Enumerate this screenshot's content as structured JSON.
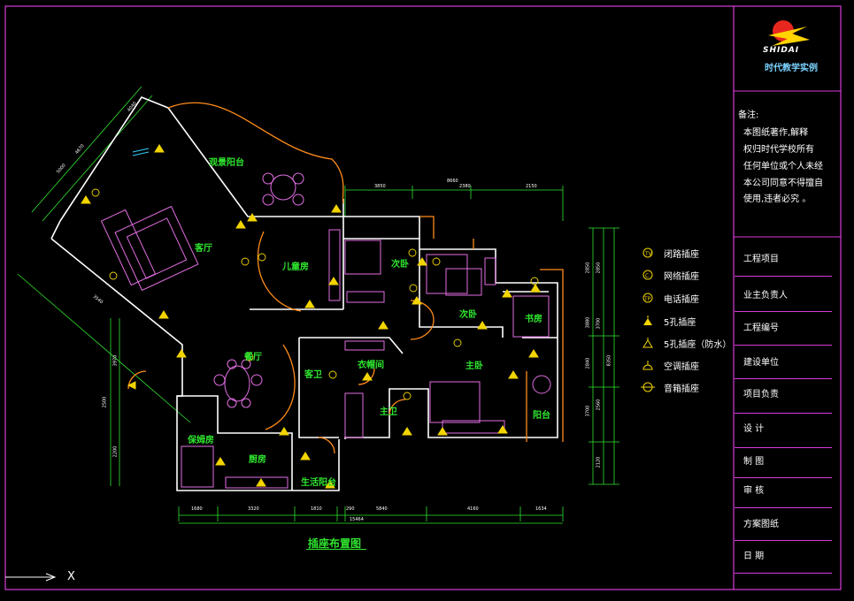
{
  "brand": {
    "name": "SHIDAI",
    "subtitle": "时代教学实例"
  },
  "notes": {
    "heading": "备注:",
    "lines": [
      "本图纸著作,解释",
      "权归时代学校所有",
      "任何单位或个人未经",
      "本公司同意不得擅自",
      "使用,违者必究 。"
    ]
  },
  "title_block": [
    "工程项目",
    "业主负责人",
    "工程编号",
    "建设单位",
    "项目负责",
    "设    计",
    "制    图",
    "审    核",
    "方案图纸",
    "日    期"
  ],
  "legend": [
    {
      "icon": "tv-socket-icon",
      "label": "闭路插座"
    },
    {
      "icon": "network-socket-icon",
      "label": "网络插座"
    },
    {
      "icon": "phone-socket-icon",
      "label": "电话插座"
    },
    {
      "icon": "five-hole-socket-icon",
      "label": "5孔插座"
    },
    {
      "icon": "waterproof-socket-icon",
      "label": "5孔插座（防水）"
    },
    {
      "icon": "ac-socket-icon",
      "label": "空调插座"
    },
    {
      "icon": "speaker-socket-icon",
      "label": "音箱插座"
    }
  ],
  "rooms": {
    "balcony_view": "观景阳台",
    "living": "客厅",
    "kids": "儿童房",
    "second_bed_a": "次卧",
    "second_bed_b": "次卧",
    "study": "书房",
    "dining": "餐厅",
    "guest_bath": "客卫",
    "cloakroom": "衣帽间",
    "master": "主卧",
    "master_bath": "主卫",
    "balcony_small": "阳台",
    "nanny": "保姆房",
    "kitchen": "厨房",
    "service_balcony": "生活阳台"
  },
  "dimensions": {
    "top": [
      "3850",
      "2380",
      "2150",
      "8660"
    ],
    "bottom": [
      "1680",
      "3320",
      "1810",
      "290",
      "5840",
      "4160",
      "1634"
    ],
    "overall": "15464",
    "left_diag": [
      "4040",
      "4670",
      "5000",
      "3540"
    ],
    "left_vert": [
      "3970",
      "2500",
      "2200"
    ],
    "right_vert": [
      "2850",
      "2850",
      "3880",
      "2840",
      "2560",
      "8350",
      "3700",
      "3700",
      "2120"
    ]
  },
  "drawing_title": "插座布置图",
  "axis_label": "X",
  "colors": {
    "wall": "#ffffff",
    "frame": "#d83cd8",
    "dimension": "#2fe52f",
    "furniture": "#e36ee3",
    "door": "#ff8c1a",
    "symbol": "#f2d400",
    "room_label": "#2fe52f",
    "brand_red": "#e8281e",
    "brand_yellow": "#ffd400"
  }
}
